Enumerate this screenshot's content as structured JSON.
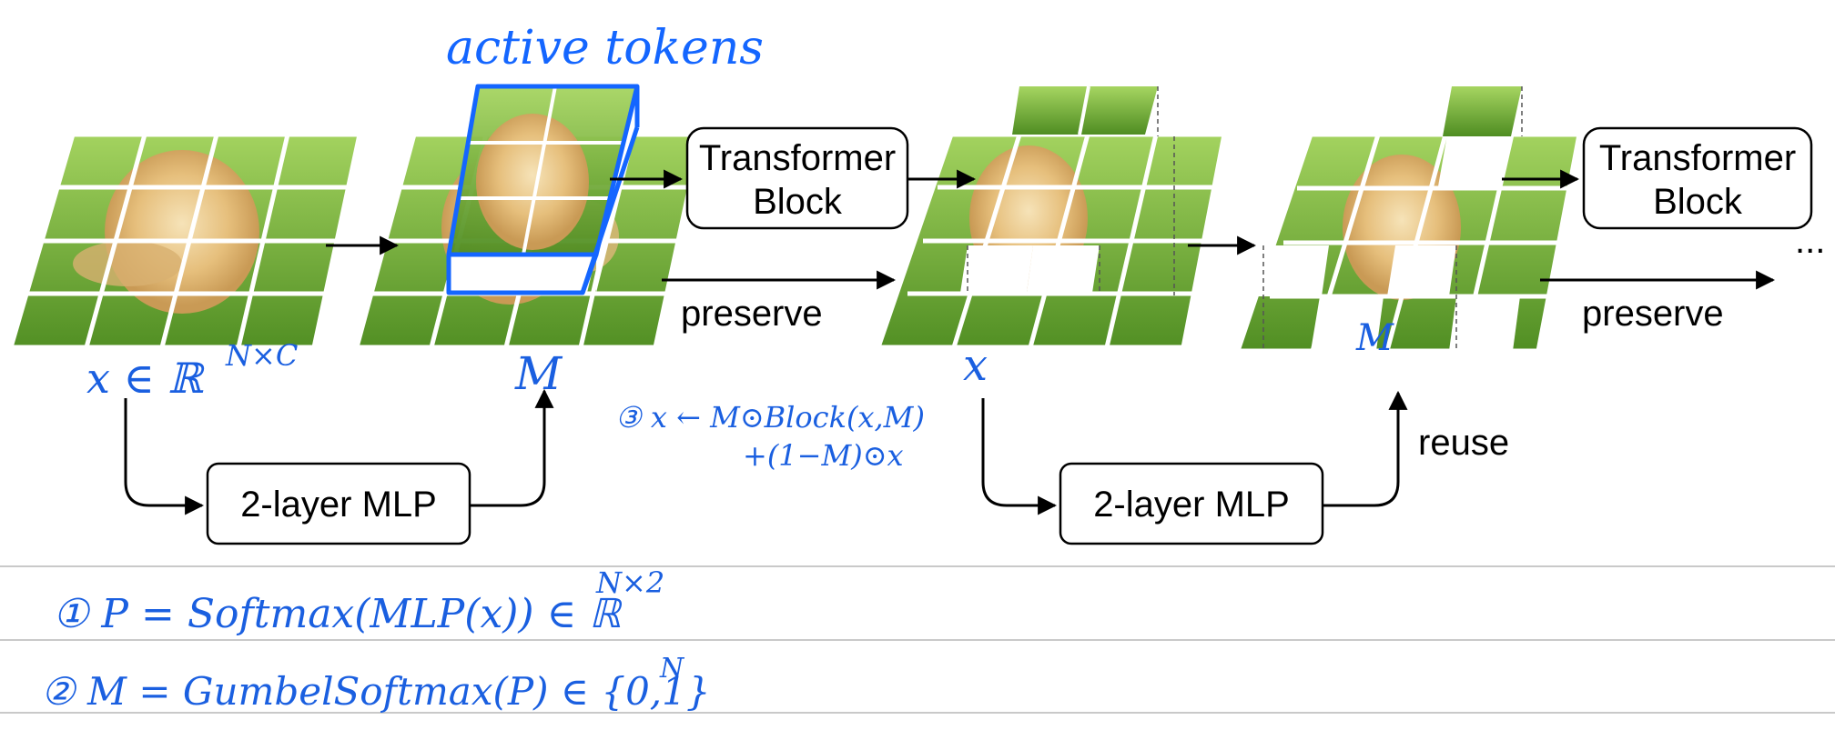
{
  "colors": {
    "annotation_blue": "#1466ff",
    "grass_dark": "#5e9a2a",
    "grass_light": "#9fd05a",
    "dog_fur": "#e8c98a",
    "outline": "#000000"
  },
  "labels": {
    "active_tokens": "active tokens",
    "transformer_line1": "Transformer",
    "transformer_line2": "Block",
    "preserve_1": "preserve",
    "preserve_2": "preserve",
    "mlp_1": "2-layer MLP",
    "mlp_2": "2-layer MLP",
    "reuse": "reuse",
    "ellipsis": "..."
  },
  "annotations": {
    "x_in": "x ∈ ℝ",
    "x_in_sup": "N×C",
    "mask_1": "M",
    "x_mid": "x",
    "mask_2": "M",
    "step3_line1": "③ x ← M⊙Block(x,M)",
    "step3_line2": "+(1−M)⊙x",
    "eq1": "① P = Softmax(MLP(x)) ∈ ℝ",
    "eq1_sup": "N×2",
    "eq2": "② M = GumbelSoftmax(P) ∈ {0,1}",
    "eq2_sup": "N"
  }
}
